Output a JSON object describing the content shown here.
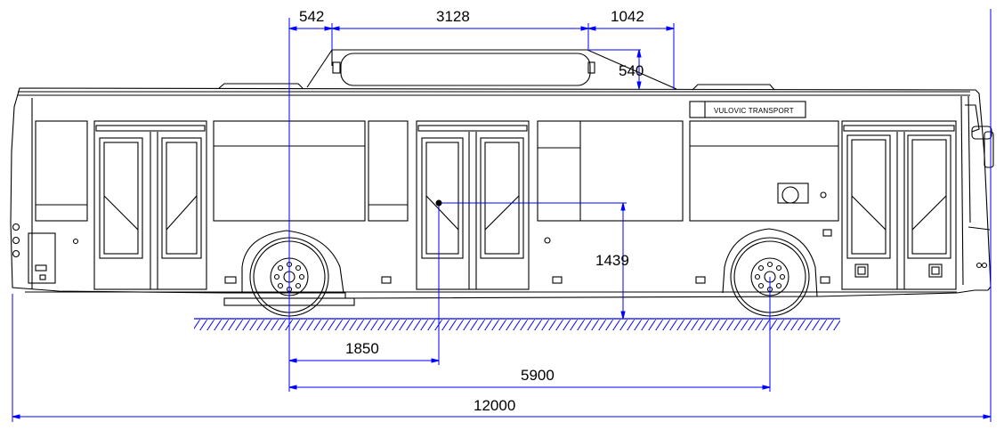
{
  "diagram": {
    "operator_label": "VULOVIC TRANSPORT",
    "dimensions": {
      "tank_front_offset": "542",
      "tank_length": "3128",
      "tank_rear_offset": "1042",
      "tank_height": "540",
      "door_height": "1439",
      "front_axle_to_door": "1850",
      "wheelbase": "5900",
      "overall_length": "12000"
    },
    "colors": {
      "dimension_lines": "#0000ff",
      "outline": "#000000",
      "background": "#ffffff"
    }
  }
}
